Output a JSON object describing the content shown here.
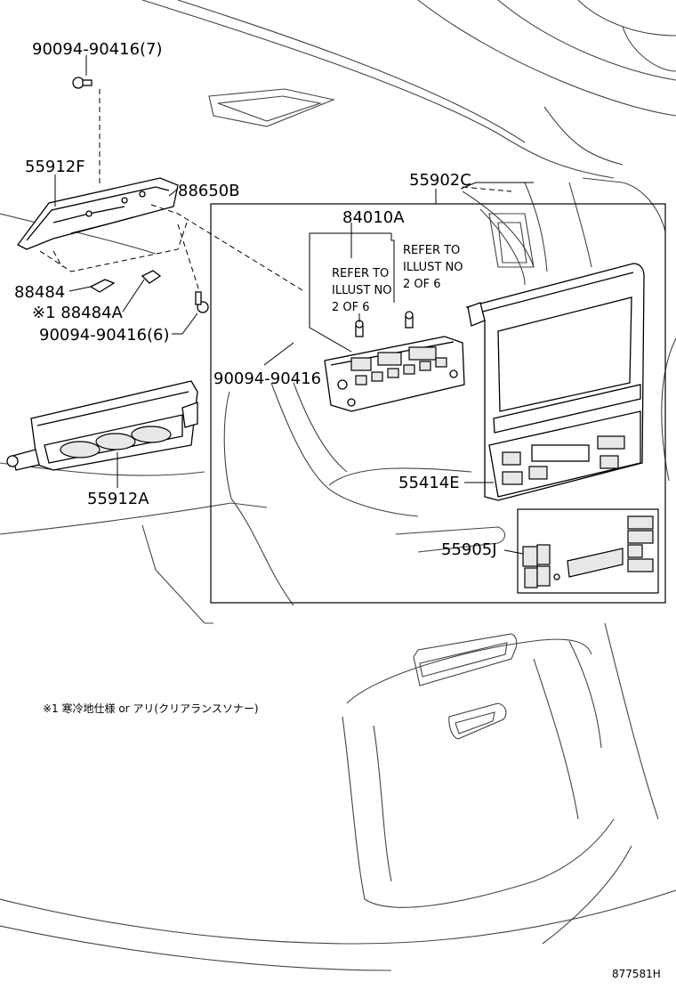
{
  "labels": {
    "bolt_top": "90094-90416(7)",
    "p55912f": "55912F",
    "p88650b": "88650B",
    "p55902c": "55902C",
    "p84010a": "84010A",
    "refer1": [
      "REFER TO",
      "ILLUST NO",
      "2 OF 6"
    ],
    "refer2": [
      "REFER TO",
      "ILLUST NO",
      "2 OF 6"
    ],
    "p88484": "88484",
    "p88484a": "※1 88484A",
    "bolt_mid": "90094-90416(6)",
    "bolt_right": "90094-90416",
    "p55912a": "55912A",
    "p55414e": "55414E",
    "p55905j": "55905J"
  },
  "footnote": "※1 寒冷地仕様 or アリ(クリアランスソナー)",
  "drawing_code": "877581H"
}
